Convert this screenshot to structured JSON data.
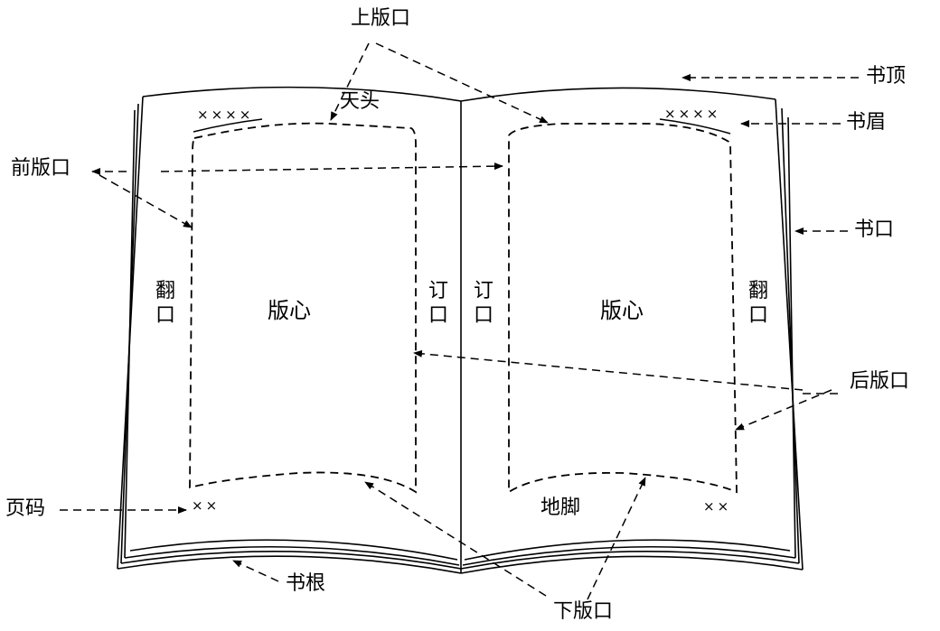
{
  "labels": {
    "top_margin": "上版口",
    "book_top": "书顶",
    "book_eyebrow": "书眉",
    "front_margin": "前版口",
    "fore_edge": "书口",
    "head": "天头",
    "back_margin": "后版口",
    "page_number": "页码",
    "book_tail": "书根",
    "bottom_margin": "下版口",
    "foot": "地脚",
    "outer_margin_left": "翻口",
    "outer_margin_right": "翻口",
    "gutter_left": "订口",
    "gutter_right": "订口",
    "text_block_left": "版心",
    "text_block_right": "版心"
  },
  "marks": {
    "header_left": "××××",
    "header_right": "××××",
    "folio_left": "××",
    "folio_right": "××"
  }
}
